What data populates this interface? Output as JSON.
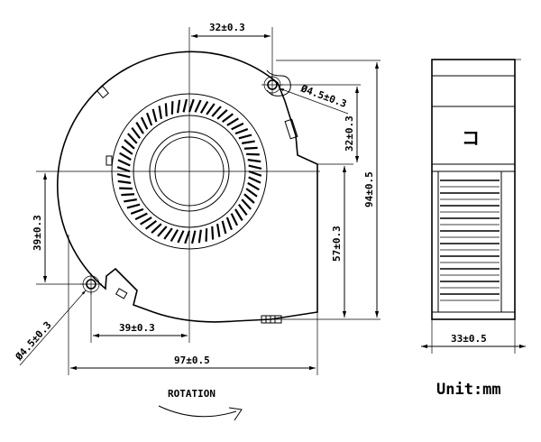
{
  "drawing": {
    "dimensions": {
      "top_width": "32±0.3",
      "hole_dia_top": "Ø4.5±0.3",
      "right_upper": "32±0.3",
      "overall_height": "94±0.5",
      "right_lower": "57±0.3",
      "left_height": "39±0.3",
      "hole_dia_bottom": "Ø4.5±0.3",
      "bottom_offset": "39±0.3",
      "overall_width": "97±0.5",
      "side_thickness": "33±0.5"
    },
    "rotation_label": "ROTATION",
    "unit_label": "Unit:mm",
    "side_mark": "コ"
  }
}
